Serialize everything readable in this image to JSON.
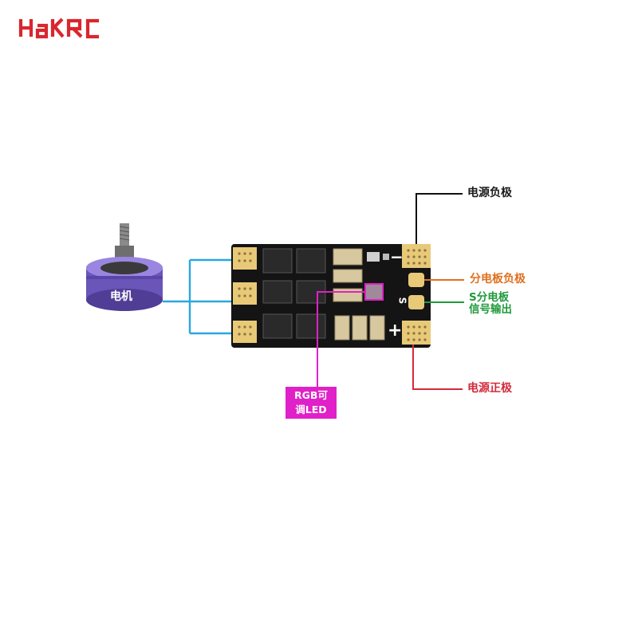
{
  "brand": {
    "logo_text": "HAKRC"
  },
  "labels": {
    "power_negative": "电源负极",
    "distribution_negative": "分电板负极",
    "signal_line1": "S分电板",
    "signal_line2": "信号输出",
    "power_positive": "电源正极",
    "rgb_line1": "RGB可",
    "rgb_line2": "调LED",
    "motor": "电机",
    "minus_sign": "−",
    "plus_sign": "+",
    "s_sign": "S"
  },
  "colors": {
    "logo_red": "#d9262e",
    "power_negative_line": "#111111",
    "distribution_negative_line": "#e07020",
    "signal_line": "#1e9a3a",
    "power_positive_line": "#d42a3a",
    "rgb_line": "#e020c8",
    "motor_wire": "#2aa7e0",
    "motor_body": "#6a55b8",
    "pcb": "#141414",
    "pad_gold": "#e8c978"
  }
}
